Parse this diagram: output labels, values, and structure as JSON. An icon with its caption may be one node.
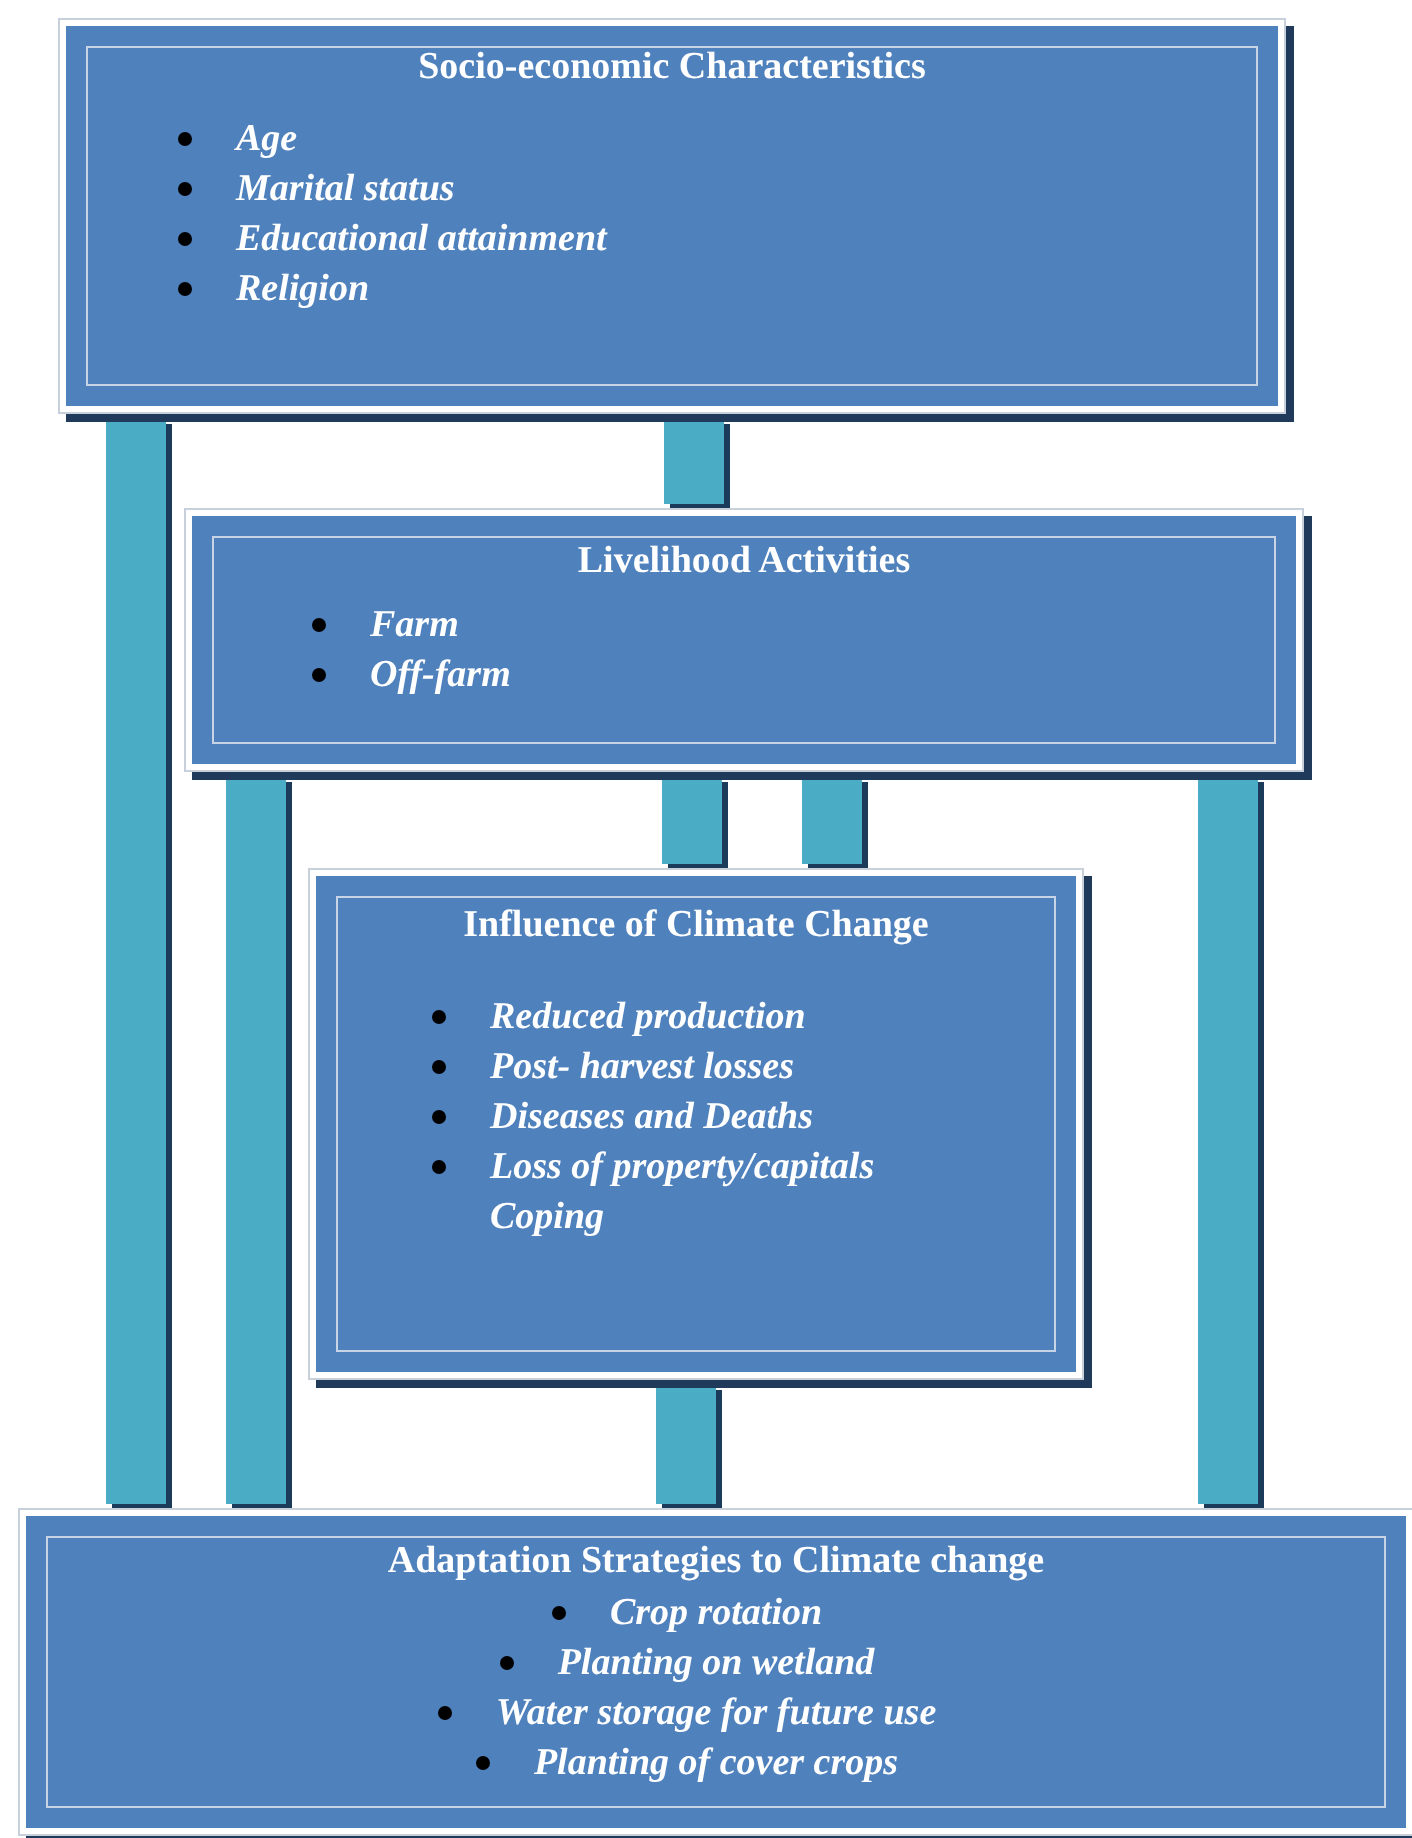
{
  "diagram": {
    "nodes": [
      {
        "text": [
          "Socio-economic Characteristics",
          "Age",
          "Marital status",
          "Educational attainment",
          "Religion"
        ]
      },
      {
        "text": [
          "Livelihood Activities",
          "Farm",
          "Off-farm"
        ]
      },
      {
        "text": [
          "Influence of Climate Change",
          "Reduced production",
          "Post- harvest losses",
          "Diseases and Deaths",
          "Loss of property/capitals",
          "Coping"
        ]
      },
      {
        "text": [
          "Adaptation Strategies to Climate change",
          "Crop rotation",
          "Planting on wetland",
          "Water storage for future use",
          "Planting of cover crops"
        ]
      }
    ],
    "edges": [
      {
        "from": 0,
        "to": 3,
        "arrow": "none"
      },
      {
        "from": 0,
        "to": 1,
        "arrow": "none"
      },
      {
        "from": 1,
        "to": 2,
        "arrow": "none"
      },
      {
        "from": 1,
        "to": 2,
        "arrow": "none"
      },
      {
        "from": 1,
        "to": 3,
        "arrow": "none"
      },
      {
        "from": 1,
        "to": 3,
        "arrow": "none"
      },
      {
        "from": 2,
        "to": 3,
        "arrow": "none"
      }
    ]
  }
}
